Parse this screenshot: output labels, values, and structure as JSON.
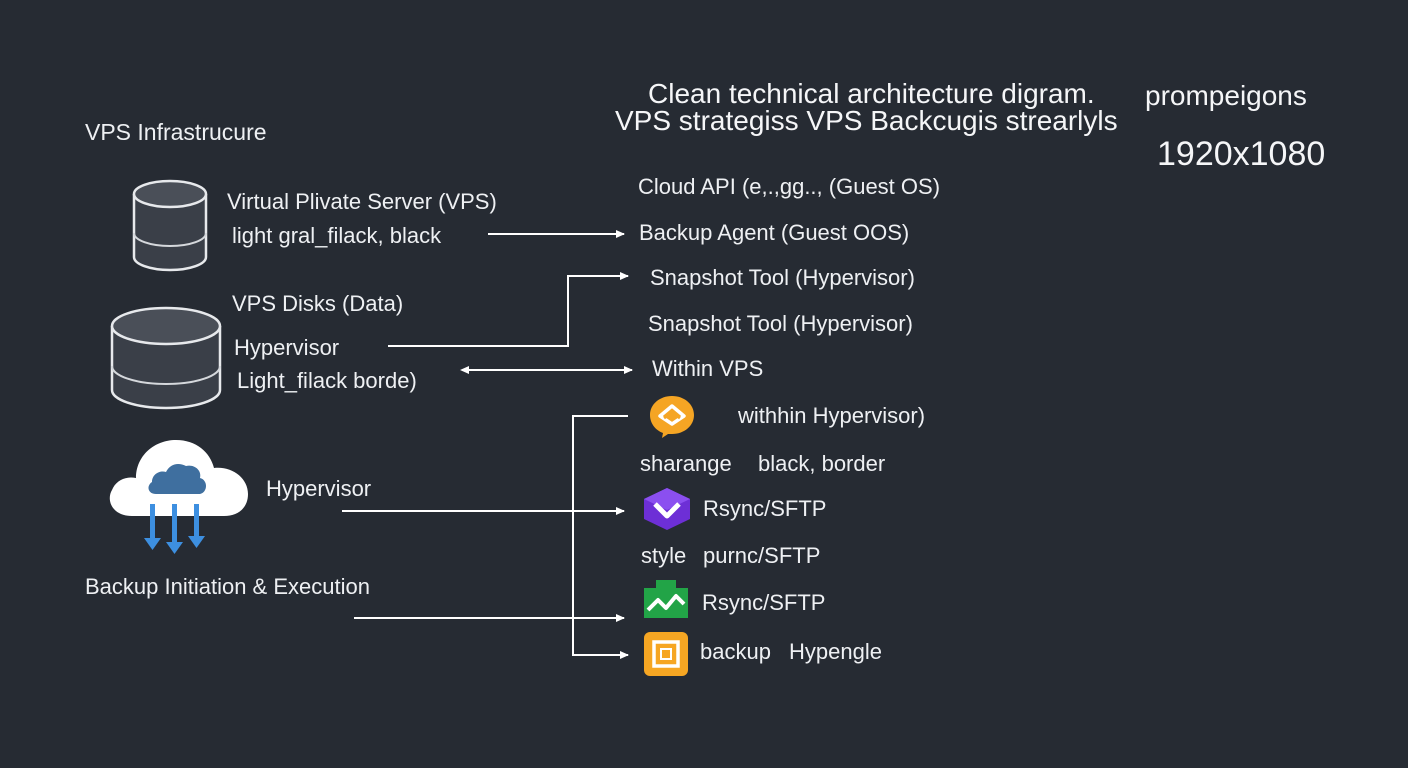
{
  "header": {
    "line1": "Clean technical architecture digram.",
    "line2": "VPS strategiss VPS Backcugis strearlyls",
    "right_label": "prompeigons",
    "resolution": "1920x1080"
  },
  "left": {
    "section_title": "VPS Infrastrucure",
    "vps_label_1": "Virtual Plivate Server (VPS)",
    "vps_label_2": "light gral_filack, black",
    "disk_label_1": "VPS Disks (Data)",
    "disk_label_2": "Hypervisor",
    "disk_label_3": "Light_filack borde)",
    "cloud_label": "Hypervisor",
    "bottom_label": "Backup Initiation & Execution"
  },
  "right": {
    "items": [
      "Cloud API (e,.,gg.., (Guest OS)",
      "Backup Agent (Guest OOS)",
      "Snapshot Tool (Hypervisor)",
      "Snapshot Tool (Hypervisor)",
      "Within VPS",
      "withhin Hypervisor)",
      "sharange",
      "black, border",
      "Rsync/SFTP",
      "style",
      "purnc/SFTP",
      "Rsync/SFTP",
      "backup",
      "Hypengle"
    ]
  },
  "colors": {
    "background": "#262b33",
    "arrow": "#ffffff",
    "icon_orange": "#f5a524",
    "icon_purple": "#6d2fd6",
    "icon_green": "#22a447",
    "icon_amber": "#f6a623",
    "cloud_blue": "#3d8fe0"
  },
  "icons": [
    "database-cylinder-icon",
    "disk-cylinder-icon",
    "cloud-download-icon",
    "orange-shield-icon",
    "purple-chevron-icon",
    "green-chart-icon",
    "amber-frame-icon"
  ]
}
